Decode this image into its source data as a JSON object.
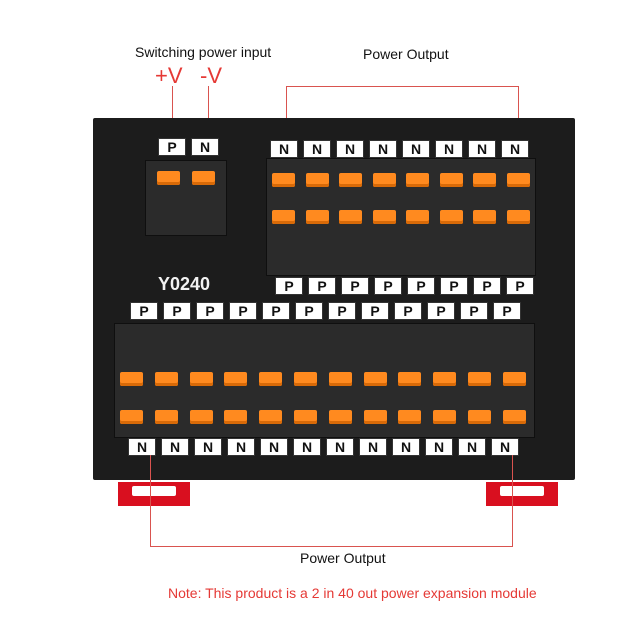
{
  "labels": {
    "input_title": "Switching power input",
    "plus_v": "+V",
    "minus_v": "-V",
    "output_top": "Power Output",
    "output_bottom": "Power Output",
    "note": "Note: This product is a 2 in 40 out power expansion module",
    "model": "Y0240"
  },
  "terminals": {
    "input": [
      "P",
      "N"
    ],
    "top_row_n": [
      "N",
      "N",
      "N",
      "N",
      "N",
      "N",
      "N",
      "N"
    ],
    "top_row_p": [
      "P",
      "P",
      "P",
      "P",
      "P",
      "P",
      "P",
      "P"
    ],
    "bottom_row_p": [
      "P",
      "P",
      "P",
      "P",
      "P",
      "P",
      "P",
      "P",
      "P",
      "P",
      "P",
      "P"
    ],
    "bottom_row_n": [
      "N",
      "N",
      "N",
      "N",
      "N",
      "N",
      "N",
      "N",
      "N",
      "N",
      "N",
      "N"
    ]
  },
  "colors": {
    "accent": "#e53935",
    "clip": "#ff8a1f",
    "rail": "#d90f1f",
    "body": "#1c1c1c"
  }
}
